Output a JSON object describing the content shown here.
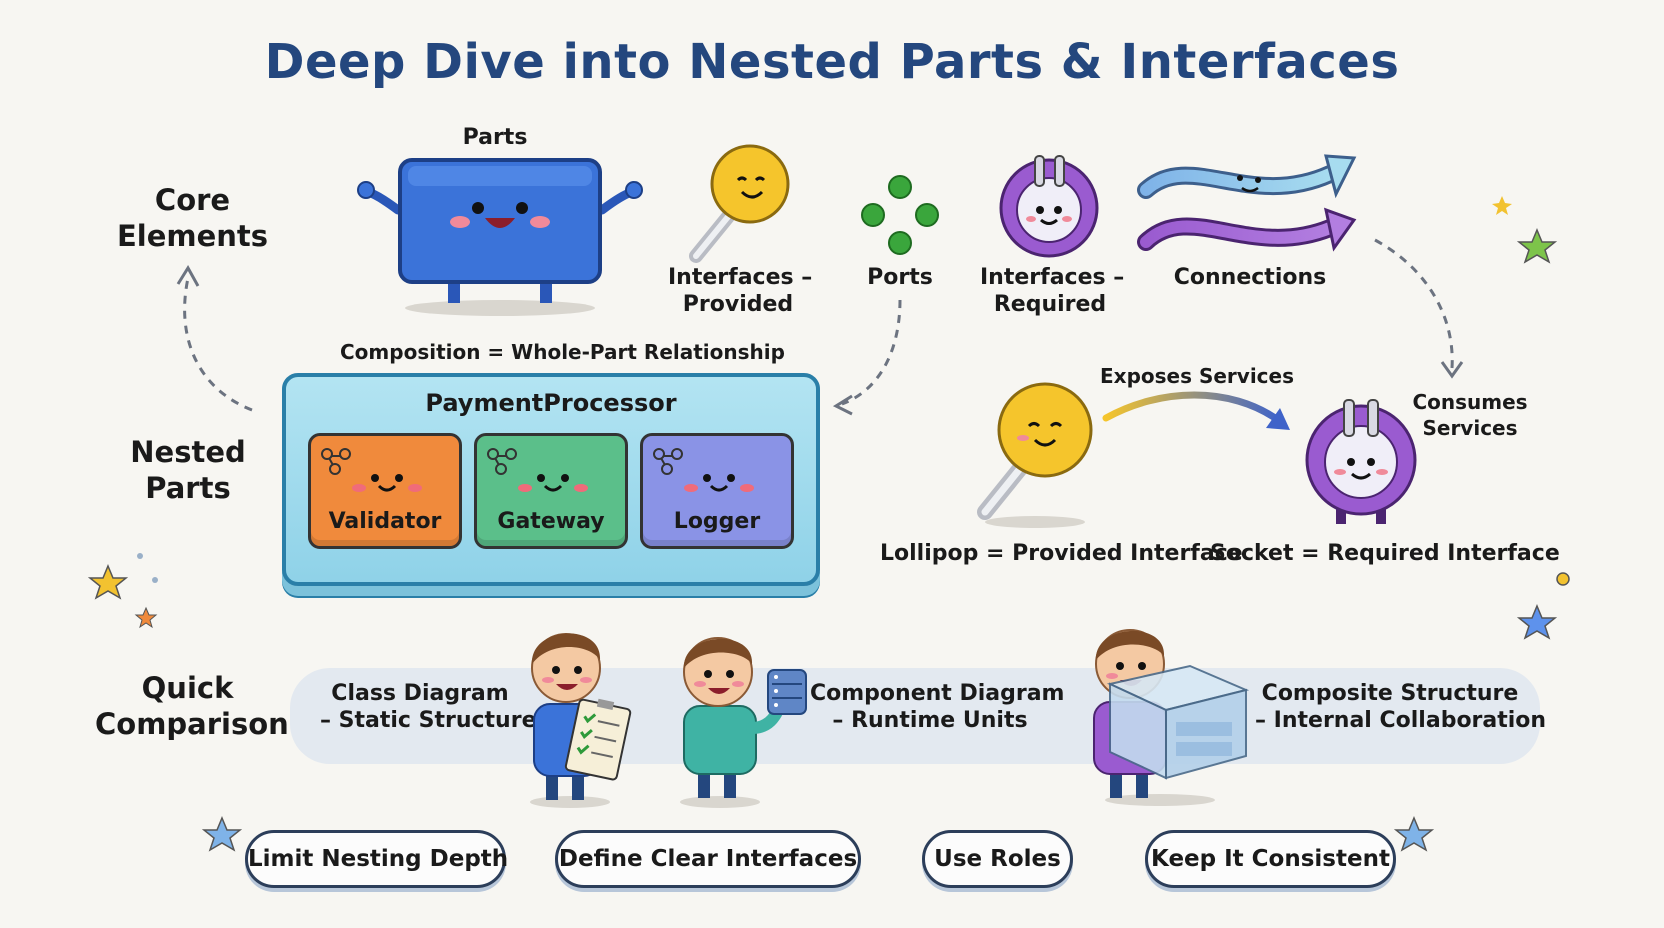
{
  "title": "Deep Dive into Nested Parts & Interfaces",
  "sections": {
    "core": "Core Elements",
    "nested": "Nested Parts",
    "comparison": "Quick Comparison"
  },
  "core_elements": {
    "parts": "Parts",
    "interfaces_provided_1": "Interfaces –",
    "interfaces_provided_2": "Provided",
    "ports": "Ports",
    "interfaces_required_1": "Interfaces –",
    "interfaces_required_2": "Required",
    "connections": "Connections"
  },
  "nested": {
    "composition_label": "Composition = Whole-Part Relationship",
    "container": "PaymentProcessor",
    "parts": [
      "Validator",
      "Gateway",
      "Logger"
    ]
  },
  "interfaces": {
    "exposes": "Exposes Services",
    "consumes_1": "Consumes",
    "consumes_2": "Services",
    "lollipop": "Lollipop = Provided Interface",
    "socket": "Socket = Required Interface"
  },
  "comparison": {
    "class_1": "Class Diagram",
    "class_2": "– Static Structure",
    "component_1": "Component Diagram",
    "component_2": "– Runtime Units",
    "composite_1": "Composite Structure",
    "composite_2": "– Internal Collaboration"
  },
  "tips": [
    "Limit Nesting Depth",
    "Define Clear Interfaces",
    "Use Roles",
    "Keep It Consistent"
  ],
  "colors": {
    "title": "#24477e",
    "part_blue": "#3b73d9",
    "validator": "#f08a3c",
    "gateway": "#5bbf8a",
    "logger": "#8a93e6",
    "lollipop": "#f5c52c",
    "socket": "#9a5bd0",
    "port": "#3aa63c"
  }
}
